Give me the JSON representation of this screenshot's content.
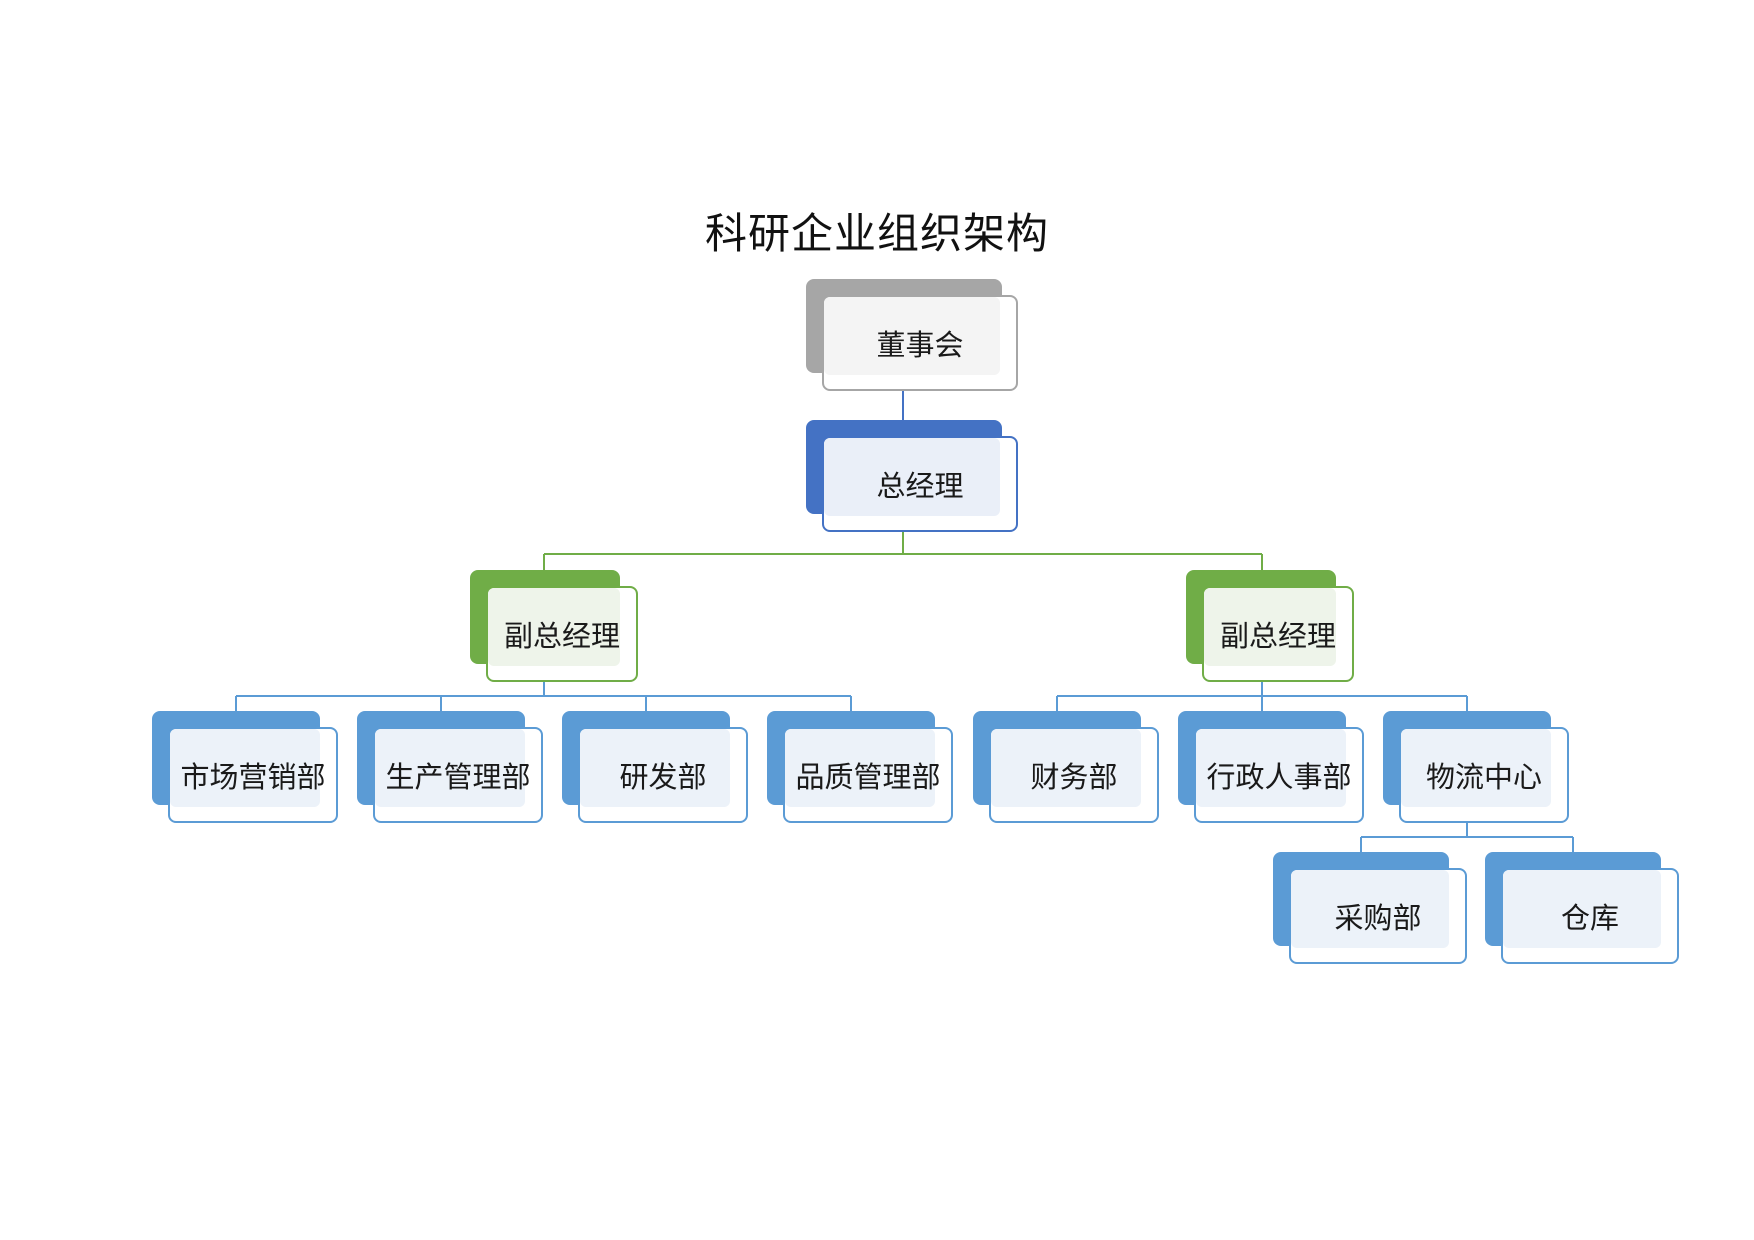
{
  "title": "科研企业组织架构",
  "colors": {
    "gray": "#a6a6a6",
    "blue_dark": "#4472c4",
    "green": "#70ad47",
    "blue": "#5b9bd5"
  },
  "nodes": {
    "board": "董事会",
    "gm": "总经理",
    "vgm_left": "副总经理",
    "vgm_right": "副总经理",
    "marketing": "市场营销部",
    "production": "生产管理部",
    "rnd": "研发部",
    "quality": "品质管理部",
    "finance": "财务部",
    "admin_hr": "行政人事部",
    "logistics": "物流中心",
    "purchasing": "采购部",
    "warehouse": "仓库"
  }
}
